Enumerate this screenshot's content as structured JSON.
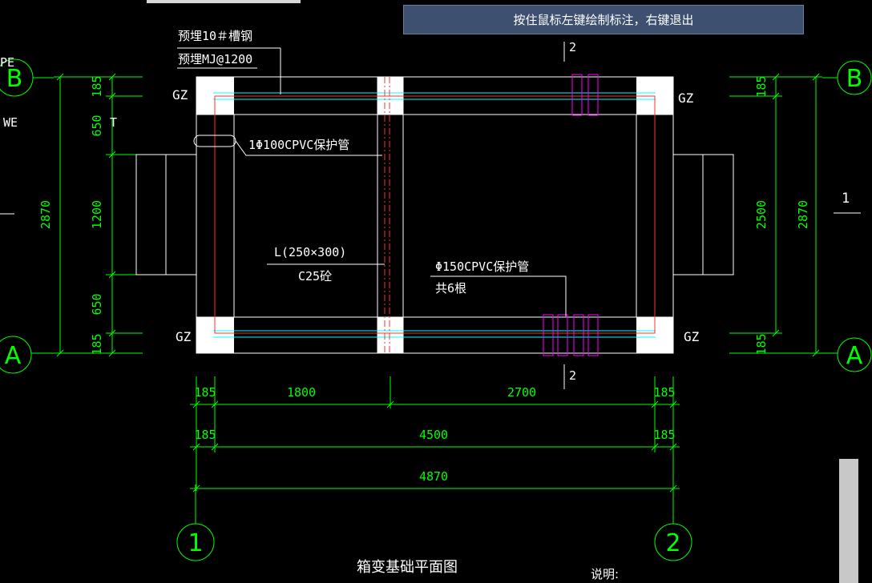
{
  "tooltip": {
    "text": "按住鼠标左键绘制标注，右键退出"
  },
  "grid": {
    "row_b": "B",
    "row_a": "A",
    "col_1": "1",
    "col_2": "2"
  },
  "partial_labels": {
    "pe": "PE",
    "we": "WE",
    "t": "T",
    "right_one": "1"
  },
  "section_marks": {
    "top": "2",
    "bottom": "2"
  },
  "columns": {
    "gz": "GZ"
  },
  "annotations": {
    "steel": "预埋10＃槽钢",
    "mj": "预埋MJ@1200",
    "pvc100": "1Φ100CPVC保护管",
    "beam": "L(250×300)",
    "concrete": "C25砼",
    "pvc150": "Φ150CPVC保护管",
    "pvc150_count": "共6根"
  },
  "dims_left": {
    "d185_top": "185",
    "d650_top": "650",
    "d1200": "1200",
    "d650_bot": "650",
    "d185_bot": "185",
    "total": "2870"
  },
  "dims_right": {
    "d185_top": "185",
    "d2500": "2500",
    "d185_bot": "185",
    "total": "2870"
  },
  "dims_bottom": {
    "row1": [
      "185",
      "1800",
      "2700",
      "185"
    ],
    "row2": [
      "185",
      "4500",
      "185"
    ],
    "row3": "4870"
  },
  "title": "箱变基础平面图",
  "note": "说明:",
  "colors": {
    "dim": "#00ff00",
    "line": "#ffffff",
    "cyan": "#00ffff",
    "red": "#ff3030",
    "magenta": "#ff00ff",
    "tooltip_bg": "#3d5070"
  }
}
